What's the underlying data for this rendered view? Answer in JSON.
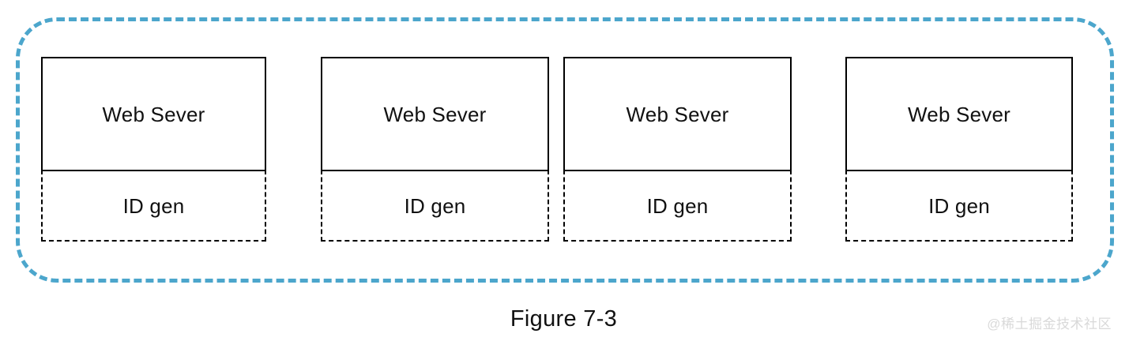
{
  "figure": {
    "caption": "Figure 7-3",
    "watermark": "@稀土掘金技术社区"
  },
  "colors": {
    "cluster_border": "#4ca6cc",
    "box_border": "#000000",
    "text": "#111111",
    "background": "#ffffff",
    "watermark": "#d9d9d9"
  },
  "diagram": {
    "type": "block-diagram",
    "cluster": {
      "label": "",
      "border_style": "dashed",
      "border_color": "#4ca6cc",
      "shape": "rounded-rectangle"
    },
    "units": [
      {
        "top": {
          "label": "Web Sever",
          "border_style": "solid"
        },
        "bottom": {
          "label": "ID gen",
          "border_style": "dashed"
        }
      },
      {
        "top": {
          "label": "Web Sever",
          "border_style": "solid"
        },
        "bottom": {
          "label": "ID gen",
          "border_style": "dashed"
        }
      },
      {
        "top": {
          "label": "Web Sever",
          "border_style": "solid"
        },
        "bottom": {
          "label": "ID gen",
          "border_style": "dashed"
        }
      },
      {
        "top": {
          "label": "Web Sever",
          "border_style": "solid"
        },
        "bottom": {
          "label": "ID gen",
          "border_style": "dashed"
        }
      }
    ]
  }
}
